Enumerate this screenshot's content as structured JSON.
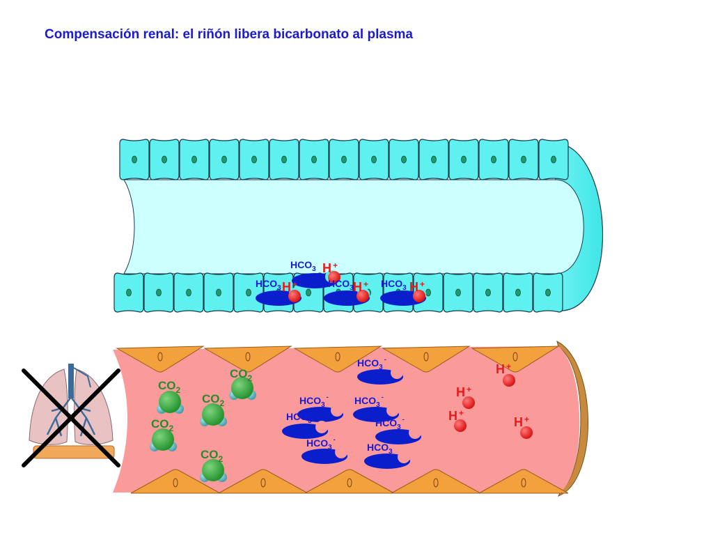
{
  "title": "Compensación renal: el riñón libera bicarbonato al plasma",
  "labels": {
    "hco3_base": "HCO",
    "hco3_sub": "3",
    "hco3_minus": "-",
    "co2_base": "CO",
    "co2_sub": "2",
    "h_base": "H",
    "h_plus": "+"
  },
  "colors": {
    "title": "#1a1ad4",
    "tubule_cell": "#5ff0f0",
    "tubule_lumen": "#ccffff",
    "tubule_stroke": "#1a3a4a",
    "nucleus": "#1e9b6e",
    "vessel_plasma": "#fb9a9a",
    "vessel_rim": "#c88a3c",
    "endothelial_cell": "#f2a13c",
    "bicarbonate_ion": "#0b1ecc",
    "hydrogen_ion": "#e81a1a",
    "co2_molecule": "#2aa83a",
    "co2_atom": "#5fb6c0",
    "label_blue": "#1a1ad4",
    "label_green": "#2a8a2a",
    "label_red": "#e81a1a",
    "cross": "#000000"
  },
  "icons": {
    "lungs": "lungs-icon",
    "cross": "cross-mark-icon"
  }
}
